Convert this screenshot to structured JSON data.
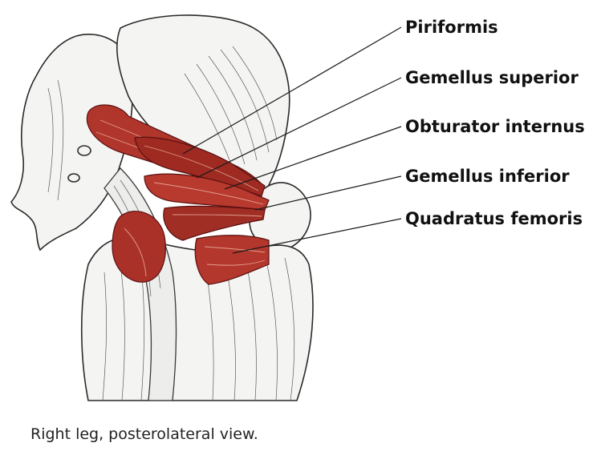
{
  "labels": {
    "piriformis": "Piriformis",
    "gemellus_superior": "Gemellus superior",
    "obturator_internus": "Obturator internus",
    "gemellus_inferior": "Gemellus inferior",
    "quadratus_femoris": "Quadratus femoris"
  },
  "caption": "Right leg, posterolateral view.",
  "colors": {
    "muscle": "#b0362c",
    "muscle_dark": "#7e1d17",
    "bone": "#f4f4f2",
    "outline": "#2a2a2a"
  }
}
